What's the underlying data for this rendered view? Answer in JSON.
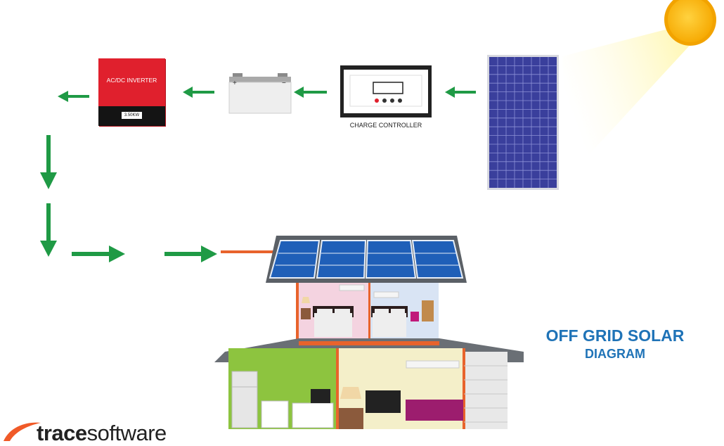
{
  "diagram": {
    "title_line1": "OFF GRID SOLAR",
    "title_line2": "DIAGRAM",
    "inverter": {
      "label": "AC/DC INVERTER",
      "rating": "3.50KW"
    },
    "battery": {
      "plus": "+",
      "minus": "−"
    },
    "charge_controller": {
      "label": "CHARGE CONTROLLER"
    }
  },
  "logo": {
    "brand_bold": "trace",
    "brand_light": "software"
  },
  "colors": {
    "arrow": "#1f9a45",
    "inverter_red": "#e0202d",
    "title_blue": "#1f73b7",
    "panel_blue": "#3a3f9c",
    "wire_orange": "#e8632c",
    "sun": "#f9b800"
  }
}
